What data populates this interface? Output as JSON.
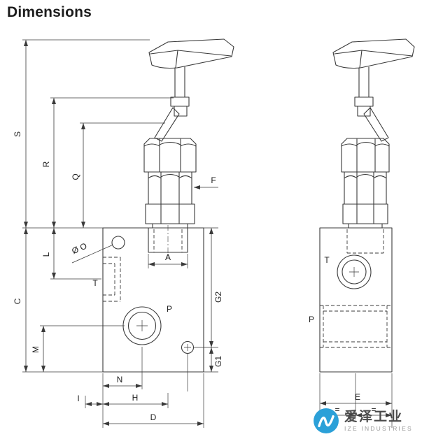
{
  "page": {
    "title": "Dimensions"
  },
  "labels": {
    "s": "S",
    "r": "R",
    "q": "Q",
    "c": "C",
    "l": "L",
    "m": "M",
    "phi_o": "Ø O",
    "t_front": "T",
    "a": "A",
    "f": "F",
    "p_front": "P",
    "g2": "G2",
    "g1": "G1",
    "n": "N",
    "i": "I",
    "h": "H",
    "d": "D",
    "t_side": "T",
    "p_side": "P",
    "e": "E",
    "eq_left": "=",
    "eq_right": "="
  },
  "watermark": {
    "brand_cn": "爱泽工业",
    "brand_en": "IZE INDUSTRIES",
    "logo_color": "#2ba0d8",
    "text_color": "#4a4a4a"
  },
  "colors": {
    "line": "#3a3a3a",
    "label_text": "#222222"
  }
}
